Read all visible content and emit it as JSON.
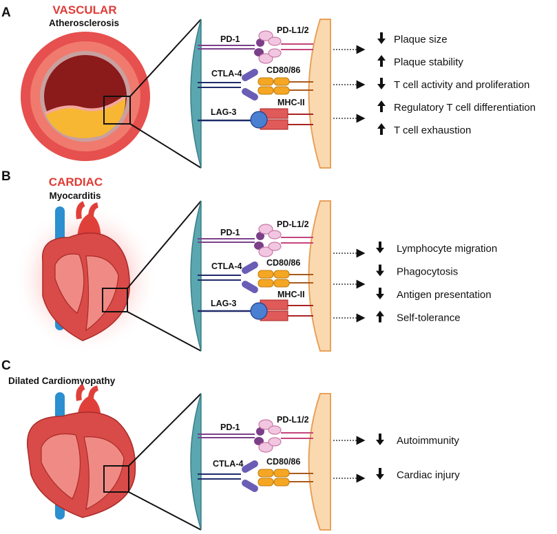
{
  "panels": [
    {
      "letter": "A",
      "title": "VASCULAR",
      "subtitle": "Atherosclerosis",
      "receptors": [
        "PD-1",
        "CTLA-4",
        "LAG-3"
      ],
      "ligands": [
        "PD-L1/2",
        "CD80/86",
        "MHC-II"
      ],
      "effects": [
        {
          "direction": "down",
          "text": "Plaque size"
        },
        {
          "direction": "up",
          "text": "Plaque stability"
        },
        {
          "direction": "down",
          "text": "T cell activity and proliferation"
        },
        {
          "direction": "up",
          "text": "Regulatory T cell differentiation"
        },
        {
          "direction": "up",
          "text": "T cell exhaustion"
        }
      ]
    },
    {
      "letter": "B",
      "title": "CARDIAC",
      "subtitle": "Myocarditis",
      "receptors": [
        "PD-1",
        "CTLA-4",
        "LAG-3"
      ],
      "ligands": [
        "PD-L1/2",
        "CD80/86",
        "MHC-II"
      ],
      "effects": [
        {
          "direction": "down",
          "text": "Lymphocyte migration"
        },
        {
          "direction": "down",
          "text": "Phagocytosis"
        },
        {
          "direction": "down",
          "text": "Antigen presentation"
        },
        {
          "direction": "up",
          "text": "Self-tolerance"
        }
      ]
    },
    {
      "letter": "C",
      "title": "",
      "subtitle": "Dilated Cardiomyopathy",
      "receptors": [
        "PD-1",
        "CTLA-4"
      ],
      "ligands": [
        "PD-L1/2",
        "CD80/86"
      ],
      "effects": [
        {
          "direction": "down",
          "text": "Autoimmunity"
        },
        {
          "direction": "down",
          "text": "Cardiac injury"
        }
      ]
    }
  ],
  "colors": {
    "title_red": "#e03b35",
    "t_cell": "#5aa7b0",
    "apc": "#fad9b0",
    "apc_border": "#e8a05a",
    "pd1": "#7b3f8a",
    "pdl1": "#f2c6e0",
    "ctla4": "#6a5db5",
    "cd80": "#f5a623",
    "lag3": "#4a7fd1",
    "mhc": "#e05a5a"
  }
}
